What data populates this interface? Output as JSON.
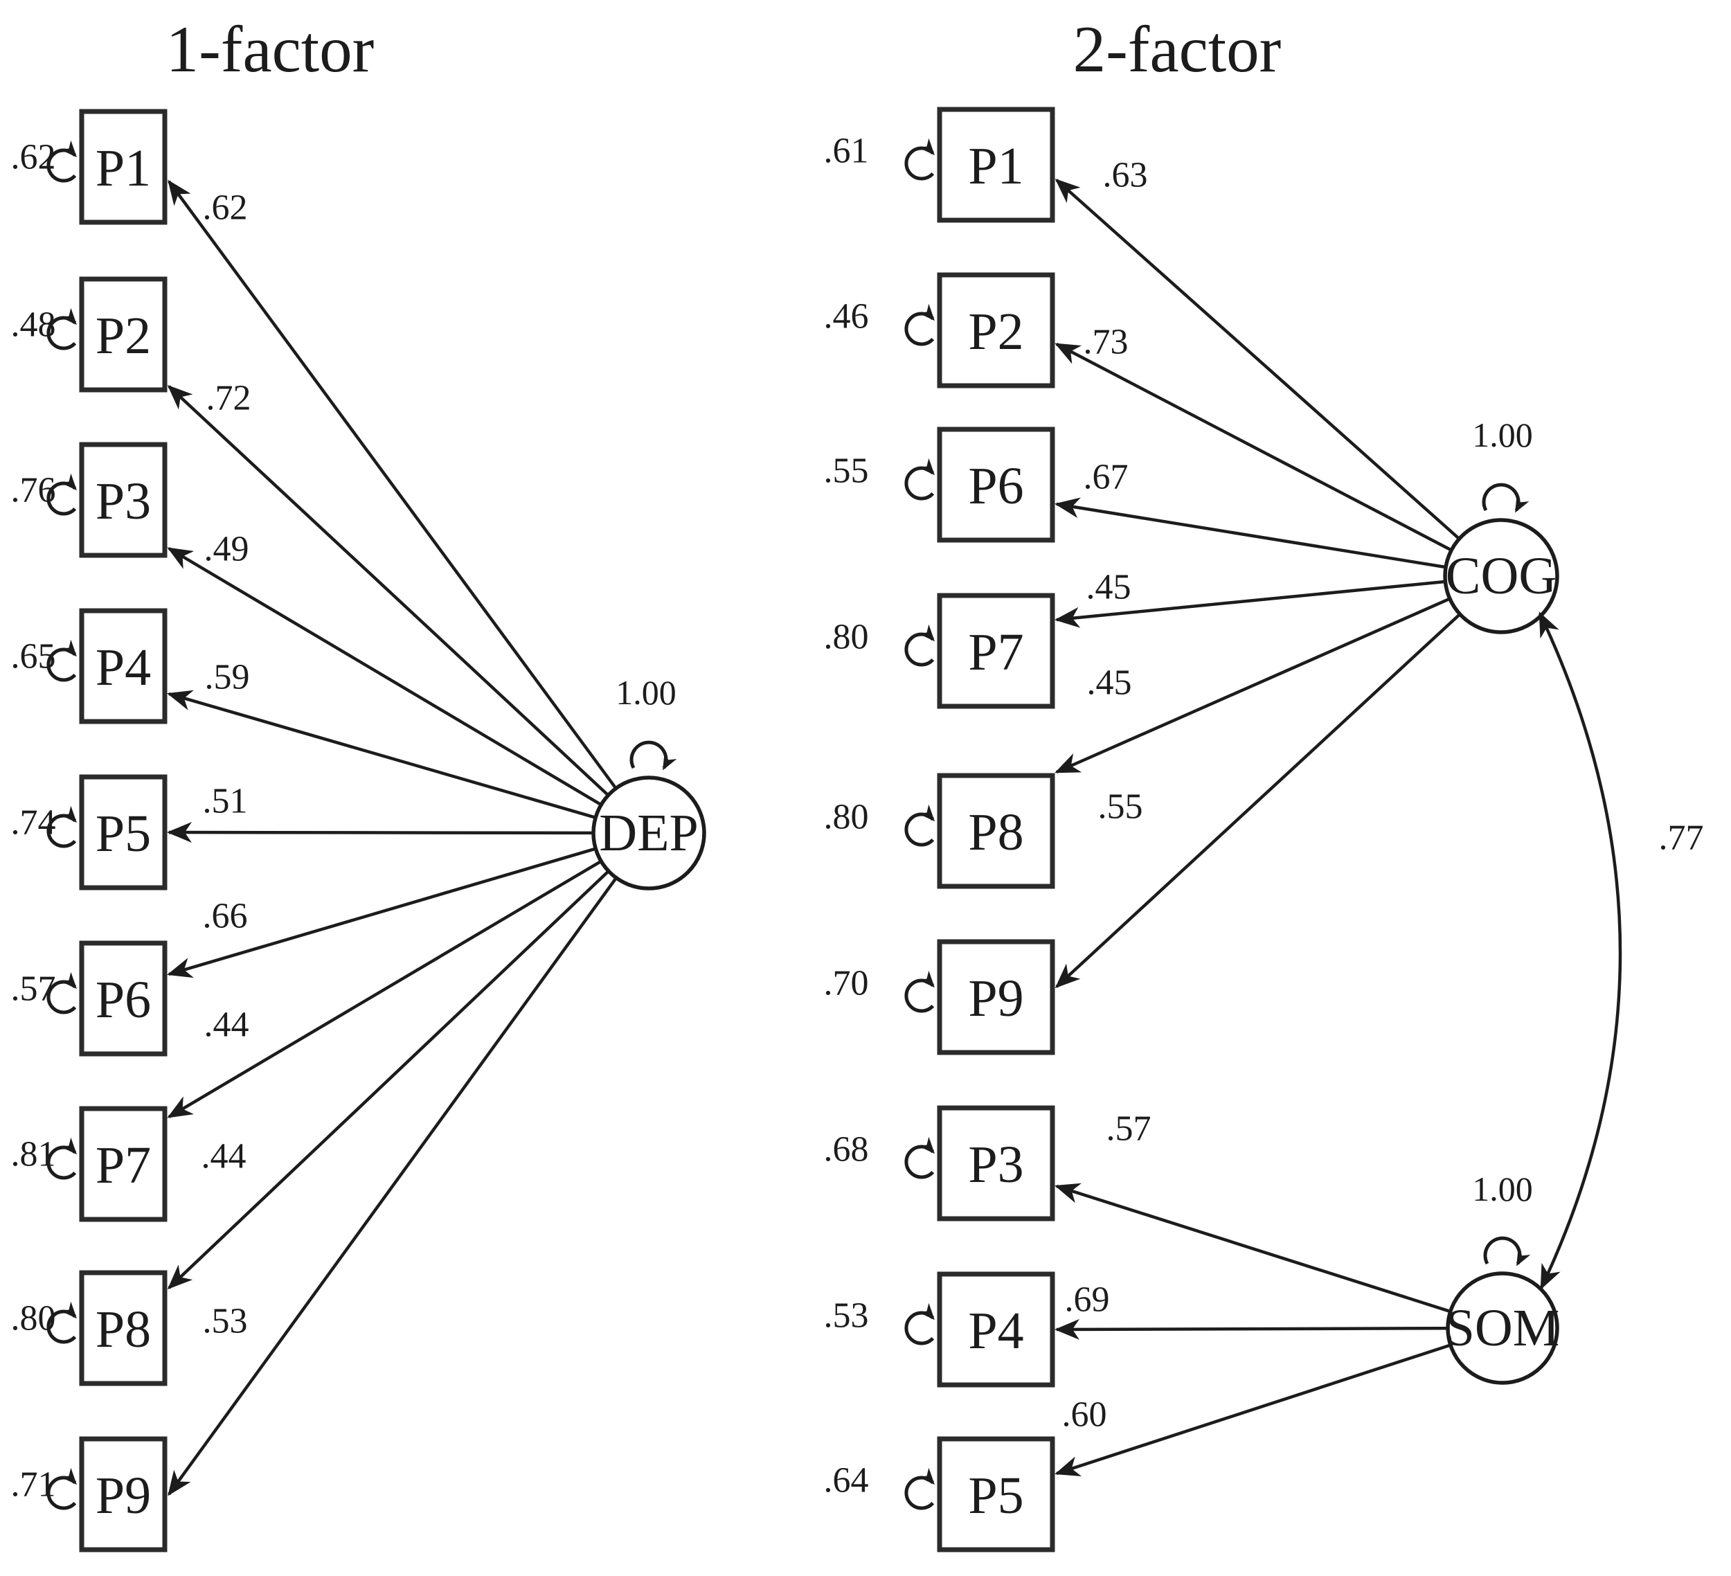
{
  "figure": {
    "colors": {
      "ink": "#1c1c1c",
      "background": "#ffffff"
    },
    "models": [
      {
        "title": "1-factor",
        "factors": [
          {
            "name": "DEP",
            "variance": "1.00"
          }
        ],
        "indicators": [
          {
            "label": "P1",
            "error": ".62",
            "loading": ".62",
            "factor": "DEP"
          },
          {
            "label": "P2",
            "error": ".48",
            "loading": ".72",
            "factor": "DEP"
          },
          {
            "label": "P3",
            "error": ".76",
            "loading": ".49",
            "factor": "DEP"
          },
          {
            "label": "P4",
            "error": ".65",
            "loading": ".59",
            "factor": "DEP"
          },
          {
            "label": "P5",
            "error": ".74",
            "loading": ".51",
            "factor": "DEP"
          },
          {
            "label": "P6",
            "error": ".57",
            "loading": ".66",
            "factor": "DEP"
          },
          {
            "label": "P7",
            "error": ".81",
            "loading": ".44",
            "factor": "DEP"
          },
          {
            "label": "P8",
            "error": ".80",
            "loading": ".44",
            "factor": "DEP"
          },
          {
            "label": "P9",
            "error": ".71",
            "loading": ".53",
            "factor": "DEP"
          }
        ],
        "covariances": []
      },
      {
        "title": "2-factor",
        "factors": [
          {
            "name": "COG",
            "variance": "1.00"
          },
          {
            "name": "SOM",
            "variance": "1.00"
          }
        ],
        "indicators": [
          {
            "label": "P1",
            "error": ".61",
            "loading": ".63",
            "factor": "COG"
          },
          {
            "label": "P2",
            "error": ".46",
            "loading": ".73",
            "factor": "COG"
          },
          {
            "label": "P6",
            "error": ".55",
            "loading": ".67",
            "factor": "COG"
          },
          {
            "label": "P7",
            "error": ".80",
            "loading": ".45",
            "factor": "COG"
          },
          {
            "label": "P8",
            "error": ".80",
            "loading": ".45",
            "factor": "COG"
          },
          {
            "label": "P9",
            "error": ".70",
            "loading": ".55",
            "factor": "COG"
          },
          {
            "label": "P3",
            "error": ".68",
            "loading": ".57",
            "factor": "SOM"
          },
          {
            "label": "P4",
            "error": ".53",
            "loading": ".69",
            "factor": "SOM"
          },
          {
            "label": "P5",
            "error": ".64",
            "loading": ".60",
            "factor": "SOM"
          }
        ],
        "covariances": [
          {
            "between": [
              "COG",
              "SOM"
            ],
            "value": ".77"
          }
        ]
      }
    ]
  }
}
